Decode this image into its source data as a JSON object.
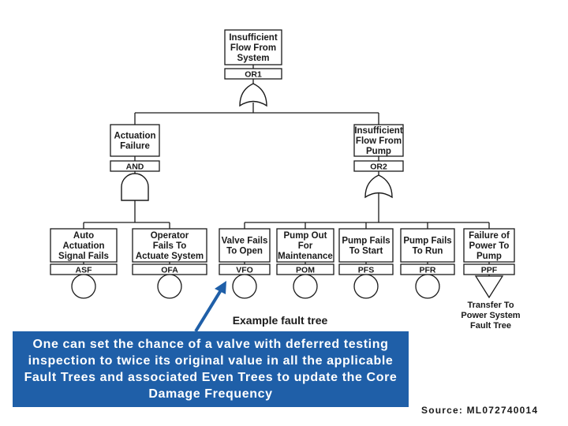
{
  "diagram": {
    "caption": "Example fault tree",
    "top_event": {
      "label": [
        "Insufficient",
        "Flow From",
        "System"
      ],
      "id": "OR1",
      "gate": "or"
    },
    "intermediate_events": [
      {
        "label": [
          "Actuation",
          "Failure"
        ],
        "id": "AND",
        "gate": "and"
      },
      {
        "label": [
          "Insufficient",
          "Flow From",
          "Pump"
        ],
        "id": "OR2",
        "gate": "or"
      }
    ],
    "basic_events": [
      {
        "label": [
          "Auto",
          "Actuation",
          "Signal Fails"
        ],
        "id": "ASF",
        "symbol": "circle"
      },
      {
        "label": [
          "Operator",
          "Fails To",
          "Actuate System"
        ],
        "id": "OFA",
        "symbol": "circle"
      },
      {
        "label": [
          "Valve Fails",
          "To Open"
        ],
        "id": "VFO",
        "symbol": "circle"
      },
      {
        "label": [
          "Pump Out",
          "For",
          "Maintenance"
        ],
        "id": "POM",
        "symbol": "circle"
      },
      {
        "label": [
          "Pump Fails",
          "To Start"
        ],
        "id": "PFS",
        "symbol": "circle"
      },
      {
        "label": [
          "Pump Fails",
          "To Run"
        ],
        "id": "PFR",
        "symbol": "circle"
      },
      {
        "label": [
          "Failure of",
          "Power To",
          "Pump"
        ],
        "id": "PPF",
        "symbol": "transfer"
      }
    ],
    "transfer_note": [
      "Transfer To",
      "Power System",
      "Fault Tree"
    ]
  },
  "callout": {
    "text": "One can set the chance of a valve with deferred testing inspection to twice its original value in all the applicable Fault Trees and associated Even Trees to update the Core Damage Frequency",
    "color": "#1f5fa8"
  },
  "source": "Source: ML072740014"
}
